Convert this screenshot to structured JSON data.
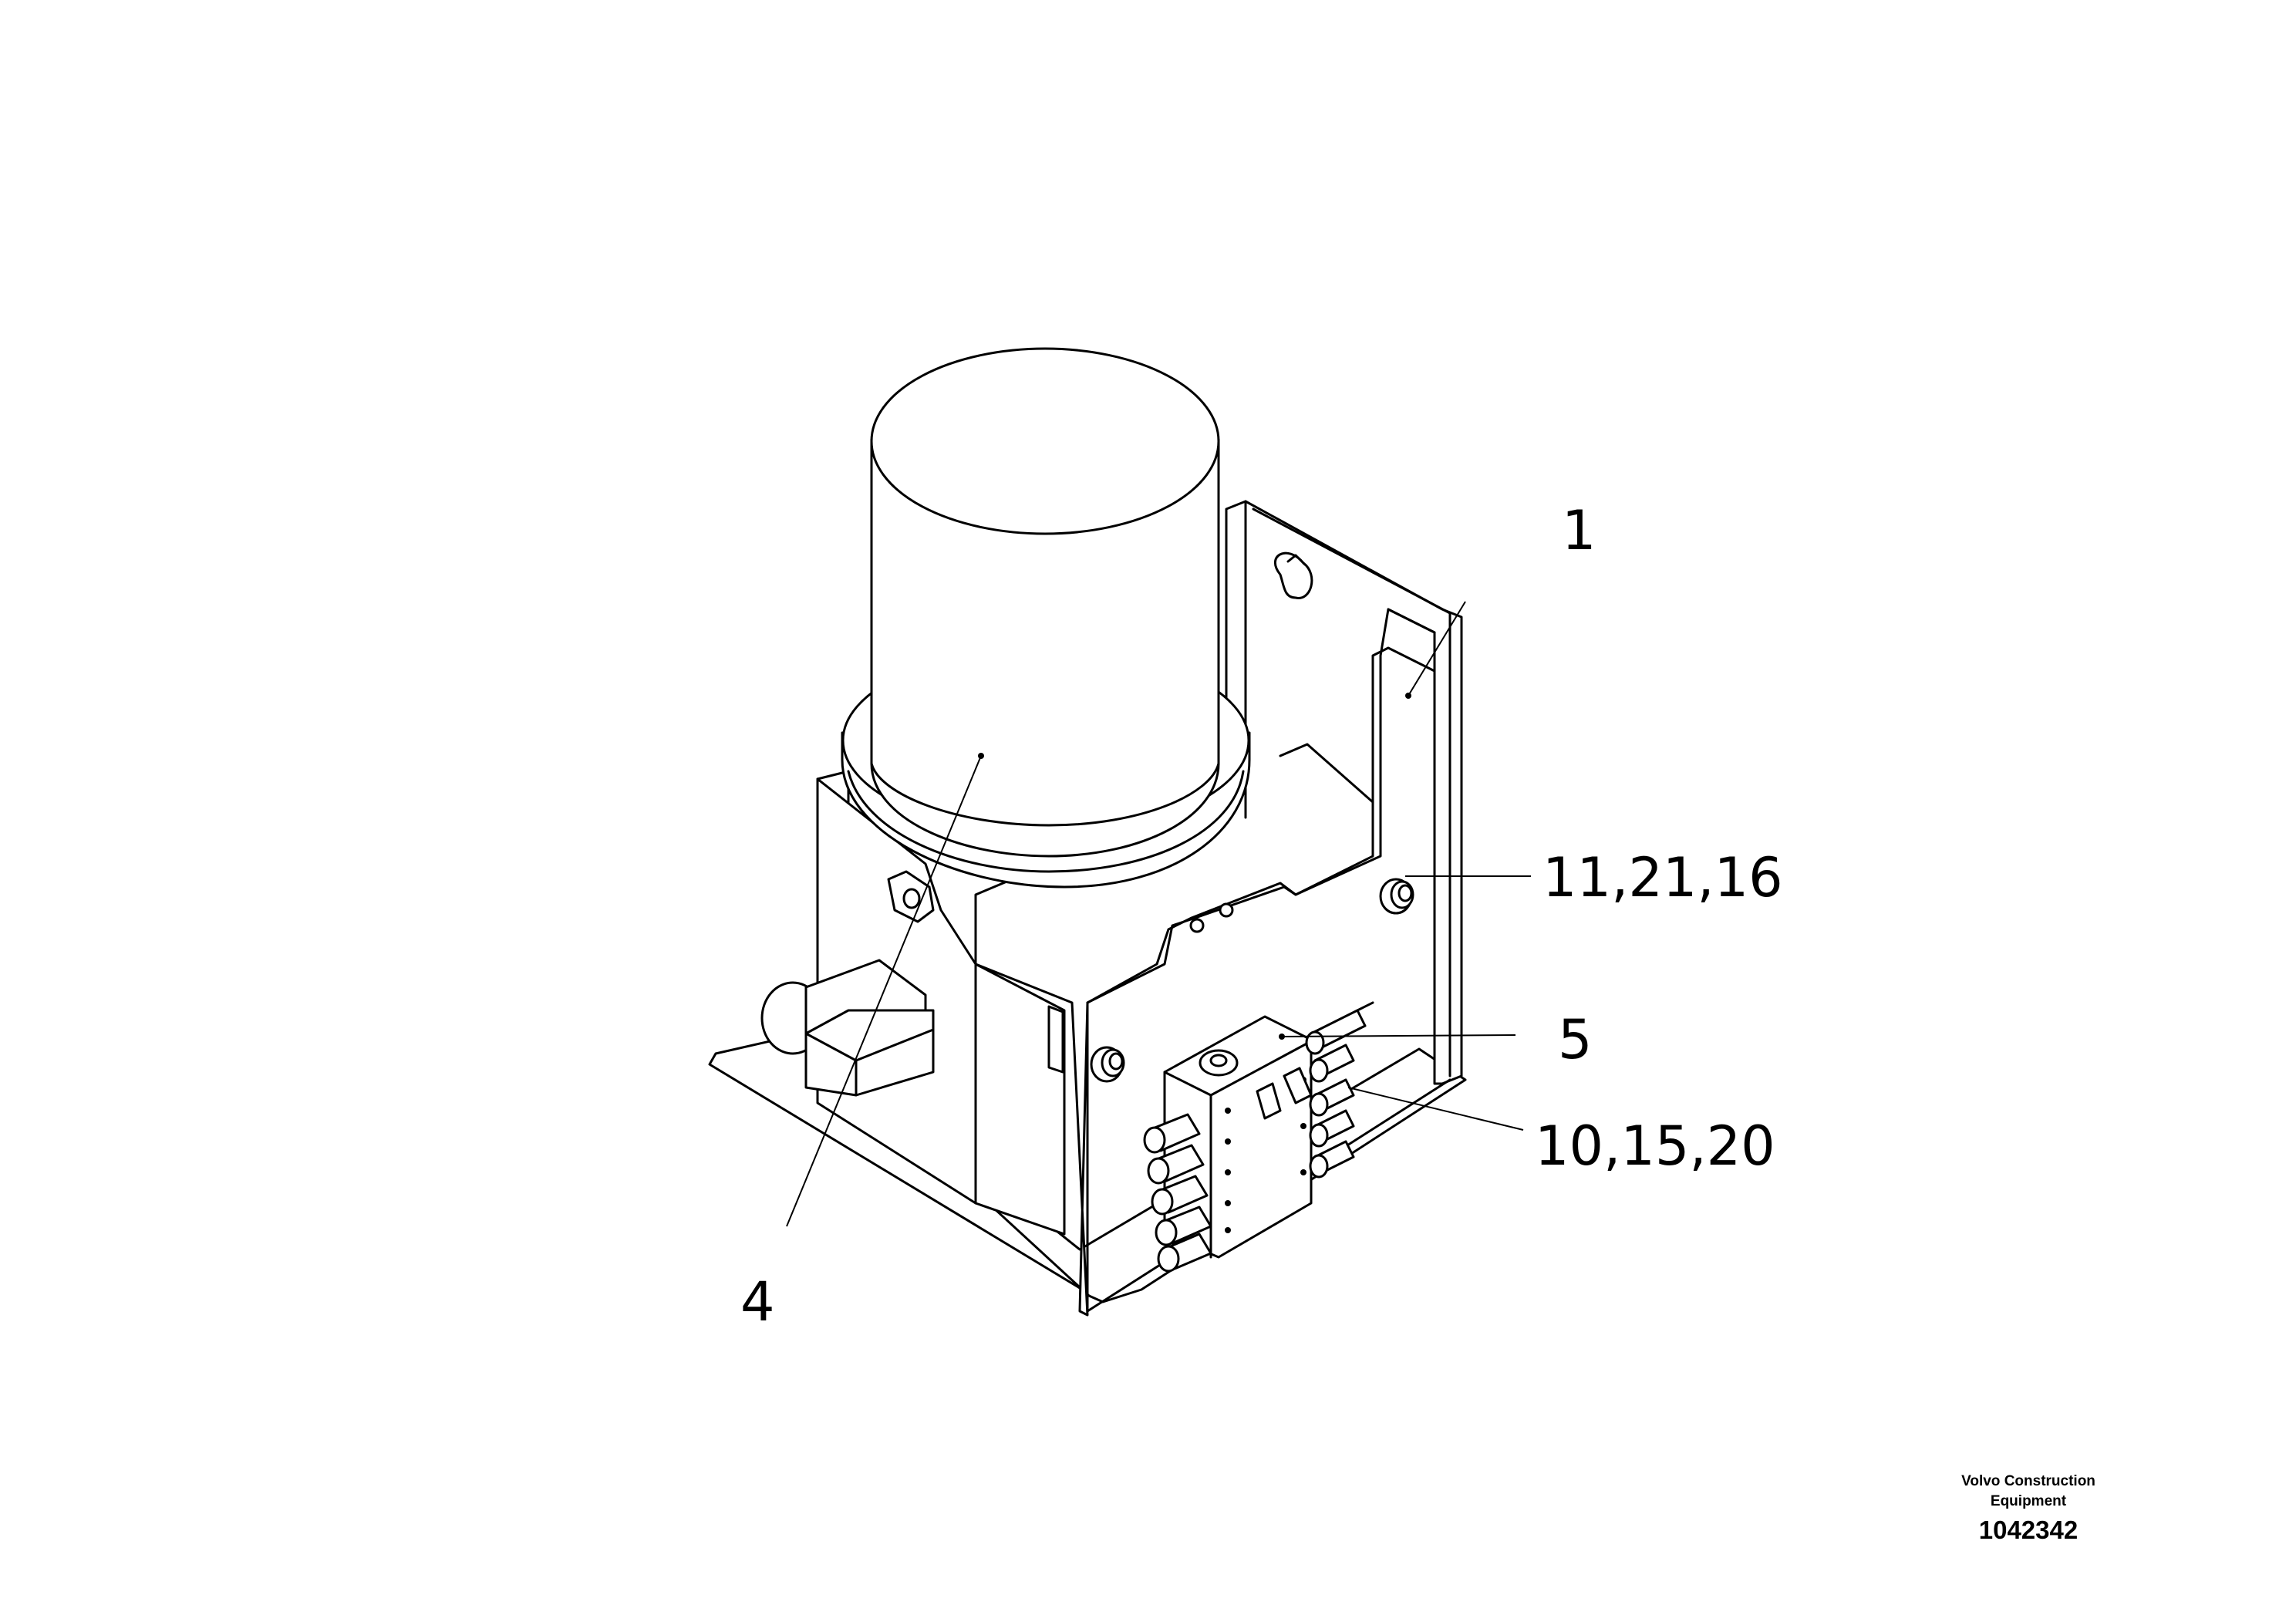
{
  "callouts": {
    "item_1": "1",
    "item_4": "4",
    "item_5": "5",
    "item_11_21_16": "11,21,16",
    "item_10_15_20": "10,15,20"
  },
  "footer": {
    "company_line1": "Volvo Construction",
    "company_line2": "Equipment",
    "part_number": "1042342"
  }
}
